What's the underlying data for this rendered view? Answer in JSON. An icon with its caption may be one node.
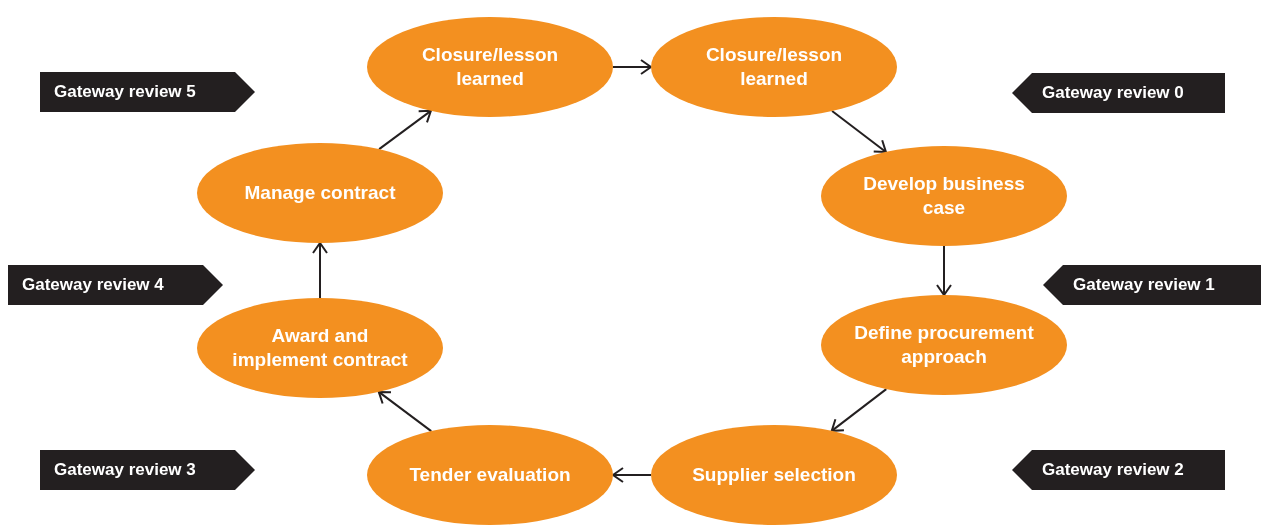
{
  "diagram": {
    "nodes": [
      {
        "text": [
          "Closure/lesson learned"
        ]
      },
      {
        "text": [
          "Closure/lesson learned"
        ]
      },
      {
        "text": [
          "Develop business case"
        ]
      },
      {
        "text": [
          "Define procurement approach"
        ]
      },
      {
        "text": [
          "Supplier selection"
        ]
      },
      {
        "text": [
          "Tender evaluation"
        ]
      },
      {
        "text": [
          "Award and implement contract"
        ]
      },
      {
        "text": [
          "Manage contract"
        ]
      },
      {
        "text": [
          "Gateway review 5"
        ]
      },
      {
        "text": [
          "Gateway review 0"
        ]
      },
      {
        "text": [
          "Gateway review 4"
        ]
      },
      {
        "text": [
          "Gateway review 1"
        ]
      },
      {
        "text": [
          "Gateway review 3"
        ]
      },
      {
        "text": [
          "Gateway review 2"
        ]
      }
    ],
    "edges": [
      {
        "from": 0,
        "to": 1,
        "arrow": "to"
      },
      {
        "from": 1,
        "to": 2,
        "arrow": "to"
      },
      {
        "from": 2,
        "to": 3,
        "arrow": "to"
      },
      {
        "from": 3,
        "to": 4,
        "arrow": "to"
      },
      {
        "from": 4,
        "to": 5,
        "arrow": "to"
      },
      {
        "from": 5,
        "to": 6,
        "arrow": "to"
      },
      {
        "from": 6,
        "to": 7,
        "arrow": "to"
      },
      {
        "from": 7,
        "to": 0,
        "arrow": "to"
      }
    ]
  }
}
